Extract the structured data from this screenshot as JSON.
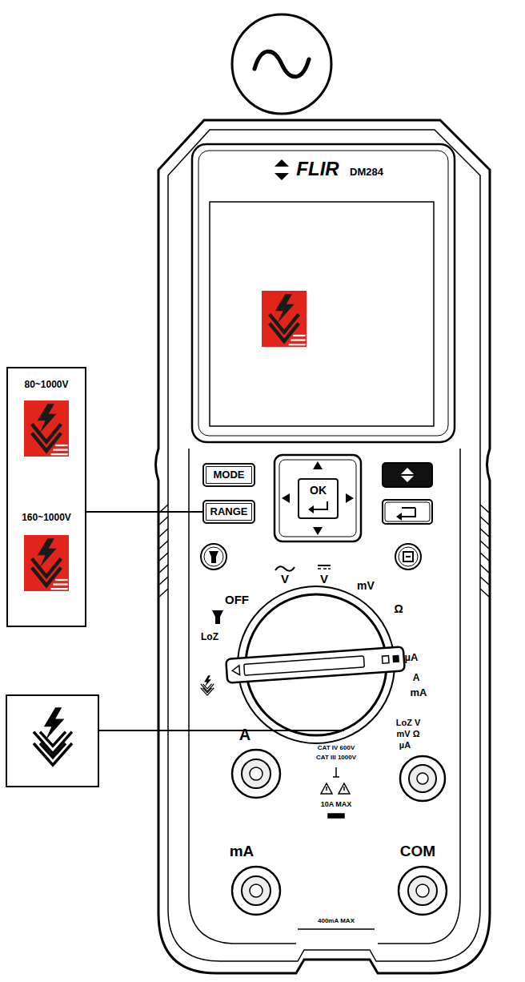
{
  "diagram": {
    "nodes": [
      {
        "text": [
          "80~1000V",
          "160~1000V"
        ]
      },
      {
        "text": [
          "MODE"
        ]
      },
      {
        "text": [
          "RANGE"
        ]
      },
      {
        "text": [
          "OK"
        ]
      }
    ],
    "edges": [
      {
        "from": 0,
        "to": 2,
        "arrow": "none"
      }
    ],
    "labels": [
      "FLIR",
      "DM284",
      "OFF",
      "V",
      "V",
      "mV",
      "Ω",
      "µA",
      "A",
      "mA",
      "LoZ",
      "A",
      "CAT IV 600V",
      "CAT III 1000V",
      "LoZ V",
      "mV Ω",
      "µA",
      "10A MAX",
      "mA",
      "COM",
      "400mA MAX"
    ]
  }
}
